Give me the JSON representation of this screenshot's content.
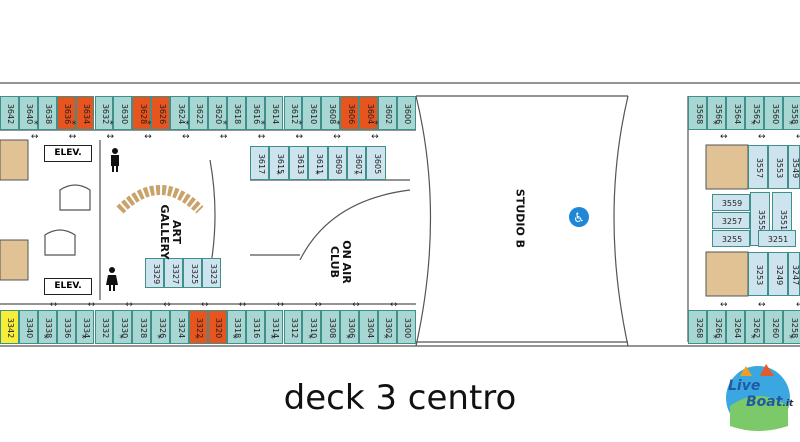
{
  "caption": "deck 3 centro",
  "labels": {
    "elev_top": "ELEV.",
    "elev_bottom": "ELEV.",
    "art_line1": "ART",
    "art_line2": "GALLERY",
    "onair_line1": "ON AIR",
    "onair_line2": "CLUB",
    "studio": "STUDIO B"
  },
  "logo": {
    "line1": "Live",
    "line2": "Boat",
    "suffix": ".it"
  },
  "colors": {
    "teal": "#a7d6d3",
    "blue": "#cde4ee",
    "orange": "#e8541e",
    "yellow": "#f7ee3a",
    "stairs": "#e0c294",
    "wall": "#555555"
  },
  "cabins": {
    "top_left": [
      "3642",
      "3640",
      "3638",
      "3636",
      "3634",
      "3632",
      "3630",
      "3628",
      "3626",
      "3624",
      "3622",
      "3620",
      "3618",
      "3616",
      "3614",
      "3612",
      "3610",
      "3608",
      "3606",
      "3604",
      "3602",
      "3600"
    ],
    "top_left_orange": [
      "3636",
      "3634",
      "3628",
      "3626",
      "3606",
      "3604"
    ],
    "top_inner": [
      "3617",
      "3615",
      "3613",
      "3611",
      "3609",
      "3607",
      "3605"
    ],
    "bottom_left": [
      "3342",
      "3340",
      "3338",
      "3336",
      "3334",
      "3332",
      "3330",
      "3328",
      "3326",
      "3324",
      "3322",
      "3320",
      "3318",
      "3316",
      "3314",
      "3312",
      "3310",
      "3308",
      "3306",
      "3304",
      "3302",
      "3300"
    ],
    "bottom_left_orange": [
      "3322",
      "3320"
    ],
    "bottom_left_yellow": [
      "3342"
    ],
    "bottom_inner": [
      "3329",
      "3327",
      "3325",
      "3323"
    ],
    "top_right": [
      "3568",
      "3566",
      "3564",
      "3562",
      "3560",
      "3558"
    ],
    "bottom_right": [
      "3268",
      "3266",
      "3264",
      "3262",
      "3260",
      "3258"
    ],
    "right_mid_vertical": [
      "3557",
      "3553",
      "3549",
      "3555",
      "3551",
      "3253",
      "3249",
      "3247"
    ],
    "right_mid_horizontal": [
      "3559",
      "3257",
      "3255",
      "3251"
    ]
  }
}
